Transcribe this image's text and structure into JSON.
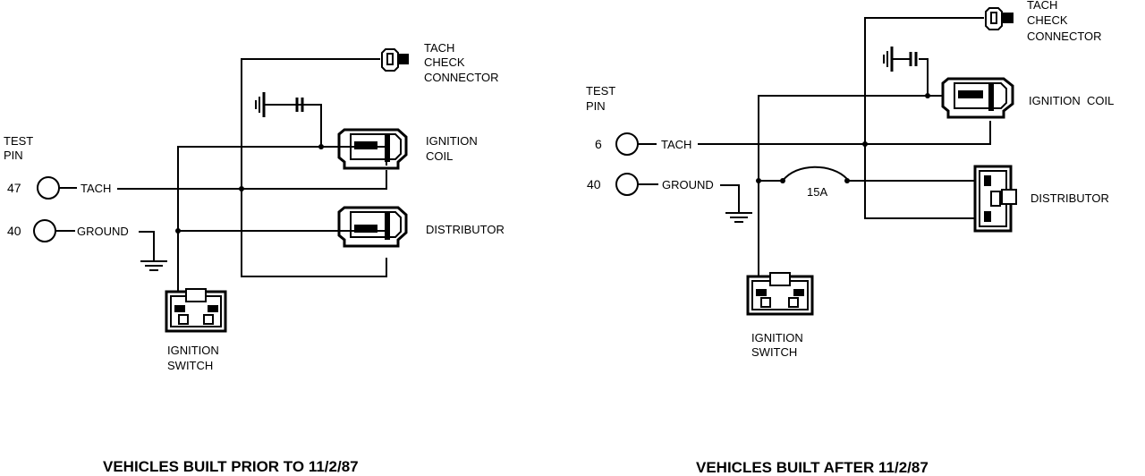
{
  "left": {
    "test_pin_label_1": "TEST",
    "test_pin_label_2": "PIN",
    "pin_tach_number": "47",
    "pin_tach_label": "TACH",
    "pin_ground_number": "40",
    "pin_ground_label": "GROUND",
    "tach_connector_1": "TACH",
    "tach_connector_2": "CHECK",
    "tach_connector_3": "CONNECTOR",
    "ignition_coil_1": "IGNITION",
    "ignition_coil_2": "COIL",
    "distributor": "DISTRIBUTOR",
    "ignition_switch_1": "IGNITION",
    "ignition_switch_2": "SWITCH",
    "caption": "VEHICLES BUILT PRIOR TO 11/2/87"
  },
  "right": {
    "test_pin_label_1": "TEST",
    "test_pin_label_2": "PIN",
    "pin_tach_number": "6",
    "pin_tach_label": "TACH",
    "pin_ground_number": "40",
    "pin_ground_label": "GROUND",
    "fuse_label": "15A",
    "tach_connector_1": "TACH",
    "tach_connector_2": "CHECK",
    "tach_connector_3": "CONNECTOR",
    "ignition_coil": "IGNITION  COIL",
    "distributor": "DISTRIBUTOR",
    "ignition_switch_1": "IGNITION",
    "ignition_switch_2": "SWITCH",
    "caption": "VEHICLES BUILT AFTER 11/2/87"
  }
}
